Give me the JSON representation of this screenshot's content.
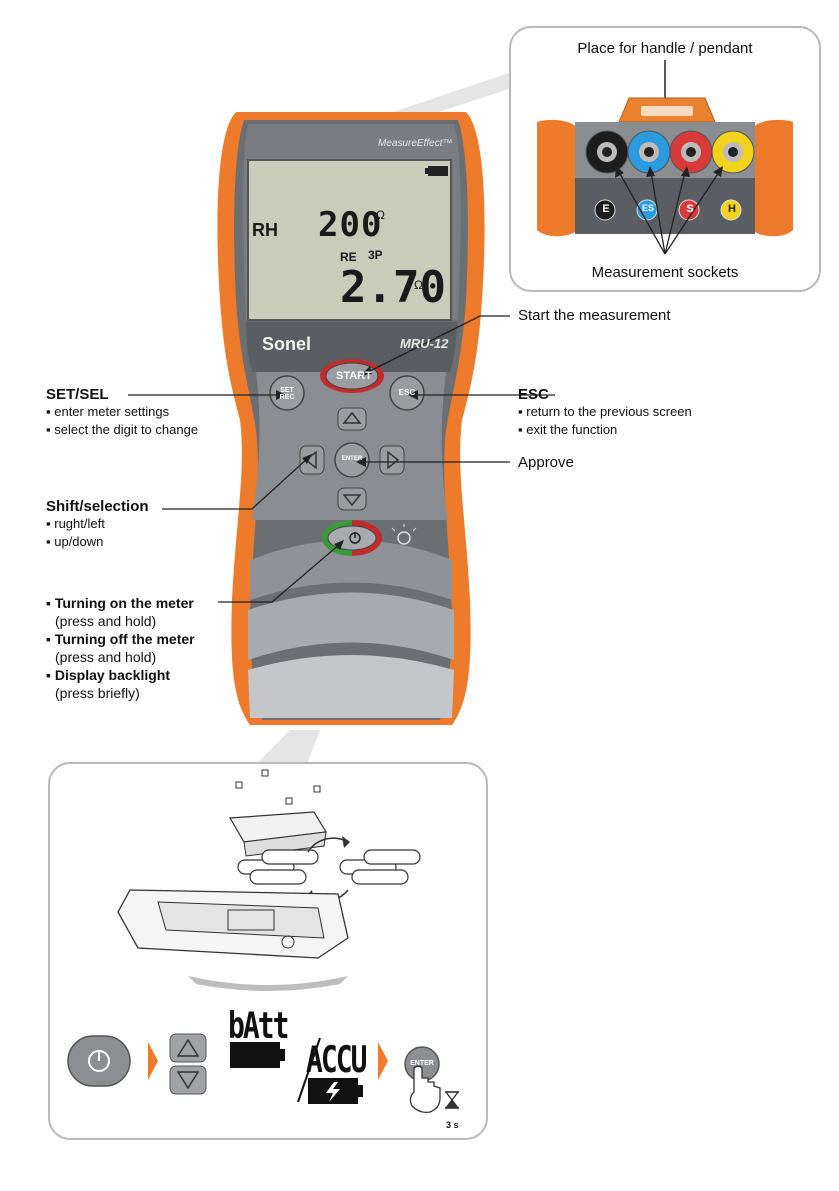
{
  "device": {
    "brand_top": "MeasureEffect™",
    "logo": "Sonel",
    "model": "MRU-12",
    "display": {
      "label_rh": "RH",
      "value_rh": "200",
      "unit_rh": "Ω",
      "label_re": "RE",
      "mode_3p": "3P",
      "value_re": "2.70",
      "unit_re": "Ω"
    },
    "buttons": {
      "start": "START",
      "set": "SET REC",
      "esc": "ESC",
      "enter": "ENTER"
    }
  },
  "sockets_panel": {
    "handle_label": "Place for handle / pendant",
    "sockets_label": "Measurement sockets",
    "socket_letters": [
      "E",
      "ES",
      "S",
      "H"
    ],
    "socket_colors": [
      "#1d1d1d",
      "#2b9be0",
      "#d83a3a",
      "#f1d21d"
    ]
  },
  "callouts": {
    "start": "Start the measurement",
    "setsel": {
      "title": "SET/SEL",
      "lines": [
        "enter meter settings",
        "select the digit to change"
      ]
    },
    "esc": {
      "title": "ESC",
      "lines": [
        "return to the previous screen",
        "exit the function"
      ]
    },
    "approve": "Approve",
    "shift": {
      "title": "Shift/selection",
      "lines": [
        "rught/left",
        "up/down"
      ]
    },
    "power": {
      "on_title": "Turning on the meter",
      "on_note": "(press and hold)",
      "off_title": "Turning off the meter",
      "off_note": "(press and hold)",
      "backlight_title": "Display backlight",
      "backlight_note": "(press briefly)"
    }
  },
  "battery_panel": {
    "batt_text": "bAtt",
    "accu_text": "ACCU",
    "enter_label": "ENTER",
    "hold_time": "3 s"
  },
  "colors": {
    "orange": "#ee7a2b",
    "body_gray": "#6b6e72",
    "lcd": "#c8ccb8",
    "panel_border": "#b9b9b9"
  }
}
